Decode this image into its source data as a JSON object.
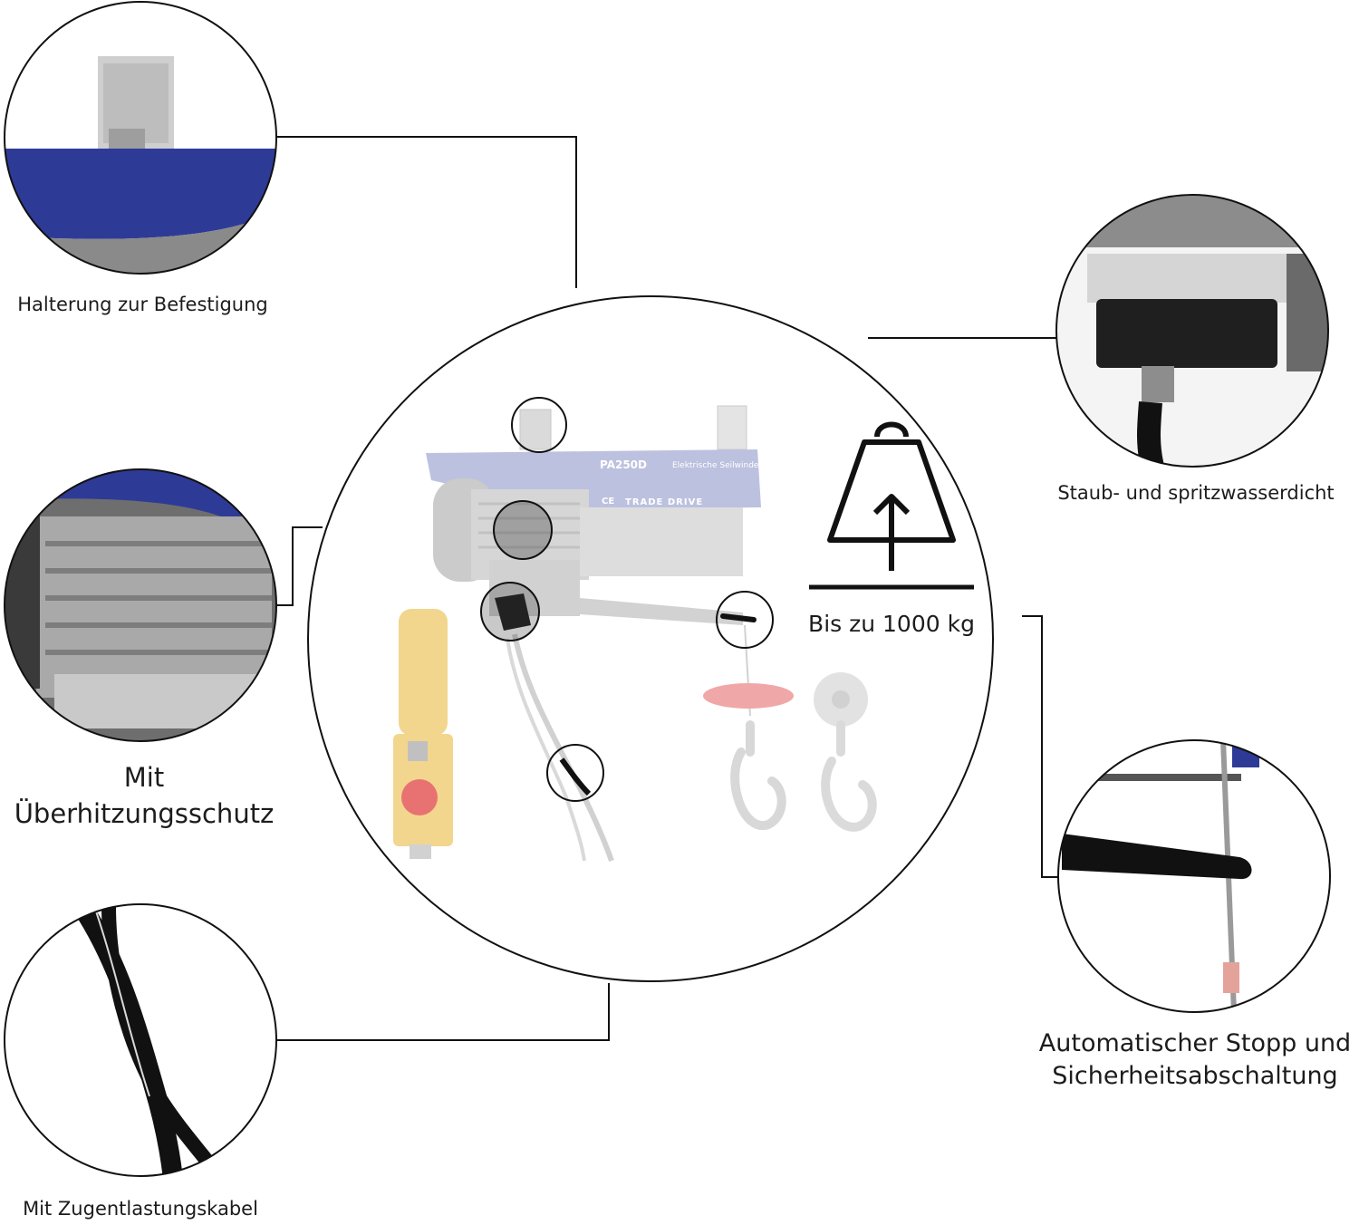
{
  "features": {
    "mount": "Halterung zur Befestigung",
    "overheat_line1": "Mit",
    "overheat_line2": "Überhitzungsschutz",
    "strain_relief": "Mit Zugentlastungskabel",
    "waterproof": "Staub- und spritzwasserdicht",
    "autostop_line1": "Automatischer Stopp und",
    "autostop_line2": "Sicherheitsabschaltung"
  },
  "capacity": {
    "label": "Bis zu 1000 kg",
    "icon": "weight-up-arrow-icon"
  },
  "product": {
    "model": "PA250D",
    "type": "Elektrische Seilwinde",
    "brand": "TRADE DRIVE",
    "ce_mark": "CE"
  },
  "colors": {
    "housing_blue": "#2e3b96",
    "housing_blue_faded": "#b9bede",
    "control_yellow": "#f2d488",
    "stop_red": "#e76b6b",
    "line": "#111111"
  }
}
